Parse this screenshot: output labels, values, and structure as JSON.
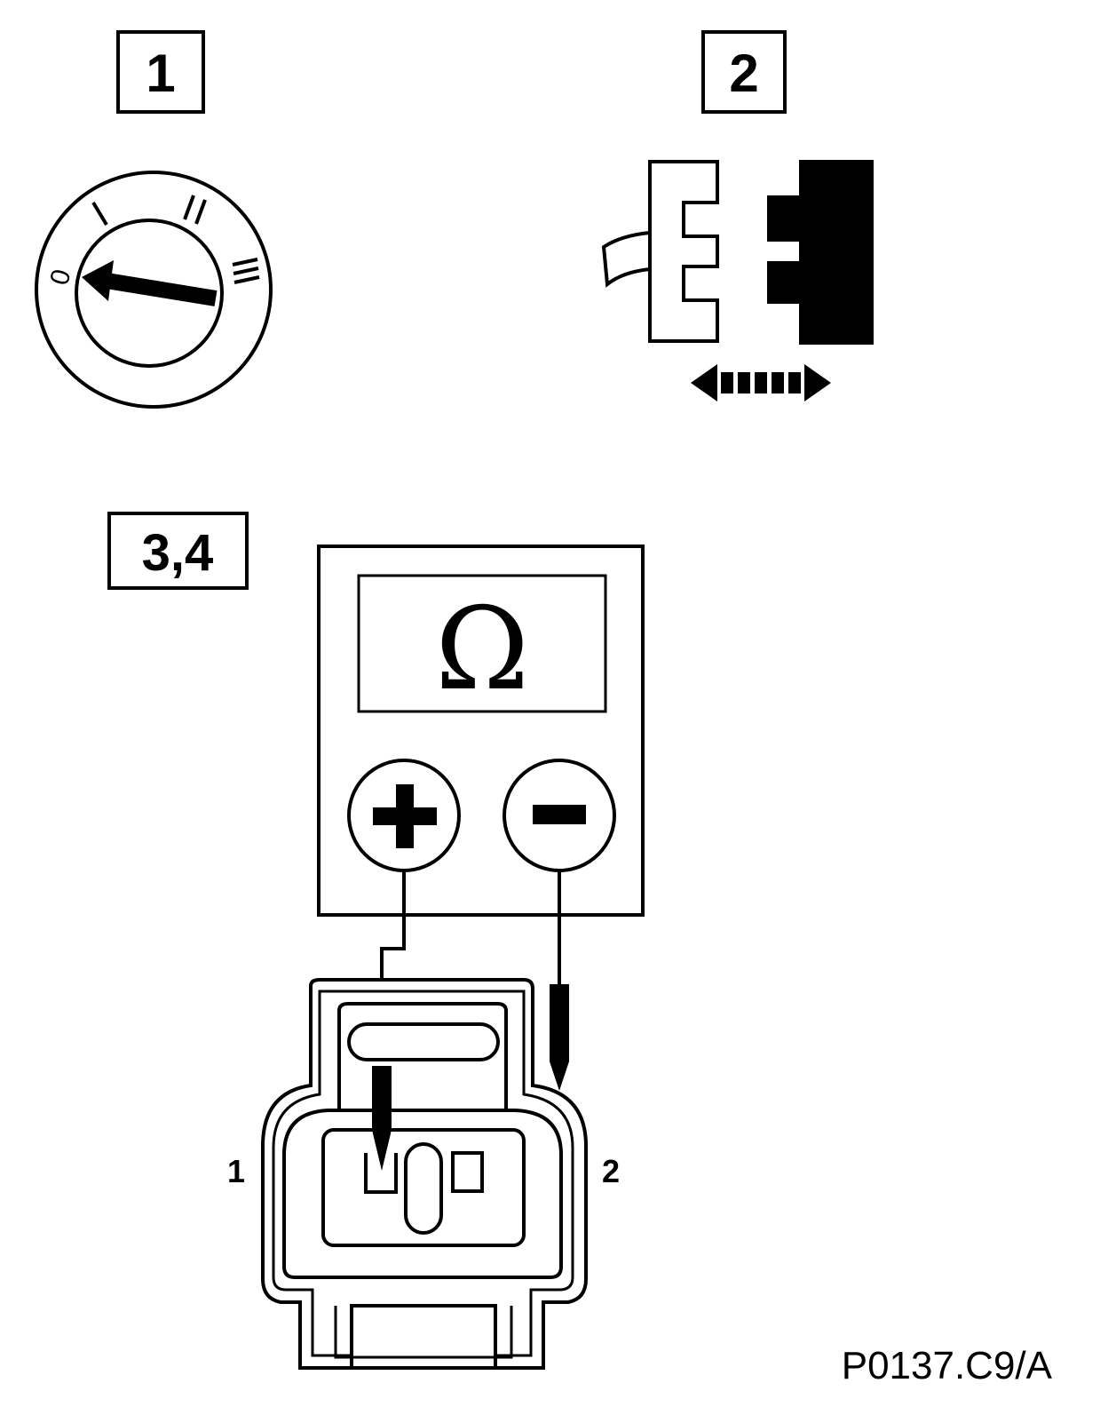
{
  "steps": {
    "step1": "1",
    "step2": "2",
    "step34": "3,4"
  },
  "ignition_switch": {
    "positions": [
      "0",
      "I",
      "II",
      "III"
    ]
  },
  "multimeter": {
    "mode_symbol": "Ω",
    "positive_terminal": "+",
    "negative_terminal": "−"
  },
  "connector": {
    "pin_left": "1",
    "pin_right": "2"
  },
  "figure_ref": "P0137.C9/A",
  "colors": {
    "ink": "#000000",
    "paper": "#ffffff"
  }
}
